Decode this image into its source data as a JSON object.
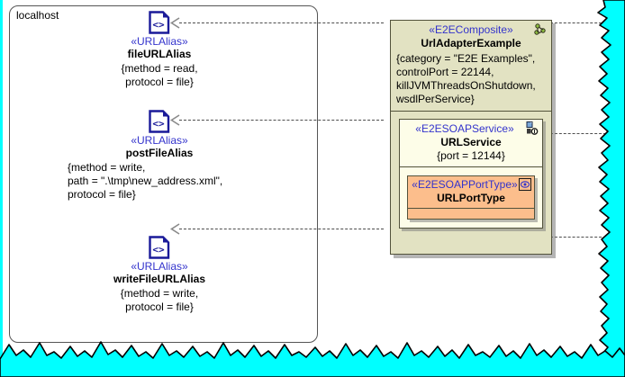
{
  "canvas": {
    "background_color": "#ffffff",
    "outside_color": "#00ffff"
  },
  "node": {
    "label": "localhost",
    "border_color": "#555555"
  },
  "aliases": [
    {
      "icon": "code-document-icon",
      "stereotype": "«URLAlias»",
      "name": "fileURLAlias",
      "properties": "{method = read,\nprotocol = file}"
    },
    {
      "icon": "code-document-icon",
      "stereotype": "«URLAlias»",
      "name": "postFileAlias",
      "properties": "{method = write,\npath = \".\\tmp\\new_address.xml\",\nprotocol = file}"
    },
    {
      "icon": "code-document-icon",
      "stereotype": "«URLAlias»",
      "name": "writeFileURLAlias",
      "properties": "{method = write,\nprotocol = file}"
    }
  ],
  "composite": {
    "stereotype": "«E2EComposite»",
    "name": "UrlAdapterExample",
    "icon": "composite-component-icon",
    "properties": "{category = \"E2E Examples\",\ncontrolPort = 22144,\nkillJVMThreadsOnShutdown,\nwsdlPerService}",
    "fill_color": "#e2e2c2",
    "service": {
      "stereotype": "«E2ESOAPService»",
      "name": "URLService",
      "icon": "soap-service-icon",
      "properties": "{port = 12144}",
      "fill_color": "#fdfde8",
      "porttype": {
        "stereotype": "«E2ESOAPPortType»",
        "name": "URLPortType",
        "icon": "porttype-interface-icon",
        "fill_color": "#fcbe8c"
      }
    }
  },
  "connectors": [
    {
      "name": "dependency-file-url-alias",
      "arrow": "open-arrow-left"
    },
    {
      "name": "dependency-post-file-alias",
      "arrow": "open-arrow-left"
    },
    {
      "name": "dependency-write-file-url-alias",
      "arrow": "open-arrow-left"
    }
  ],
  "colors": {
    "stereotype_blue": "#3333cc",
    "alias_icon_blue": "#1a1a99",
    "connector_gray": "#4d4d4d",
    "torn_edge": "#000000"
  }
}
